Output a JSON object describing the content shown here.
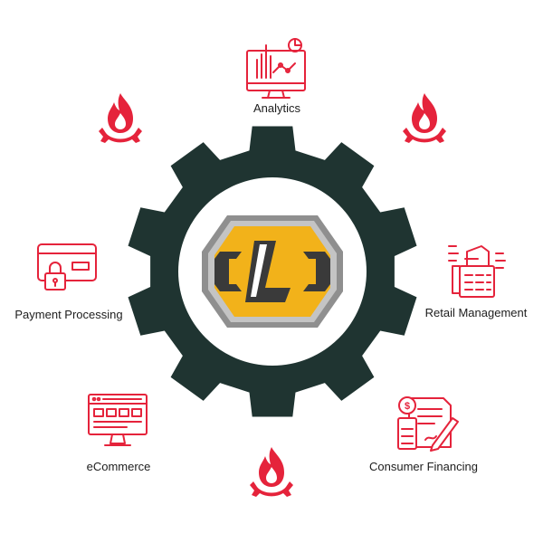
{
  "colors": {
    "gear": "#1f3431",
    "accent_red": "#e5233b",
    "logo_gold": "#f2b21a",
    "logo_dark": "#3a3a3a",
    "logo_grey": "#9a9a9a"
  },
  "center_logo": {
    "icon": "l-shield-logo"
  },
  "services": [
    {
      "label": "Analytics",
      "icon": "analytics-monitor-icon"
    },
    {
      "label": "Retail Management",
      "icon": "pos-register-icon"
    },
    {
      "label": "Consumer Financing",
      "icon": "financing-document-icon"
    },
    {
      "label": "eCommerce",
      "icon": "ecommerce-monitor-icon"
    },
    {
      "label": "Payment Processing",
      "icon": "credit-card-lock-icon"
    }
  ],
  "decorations": [
    {
      "icon": "flame-gear-icon"
    },
    {
      "icon": "flame-gear-icon"
    },
    {
      "icon": "flame-gear-icon"
    }
  ]
}
